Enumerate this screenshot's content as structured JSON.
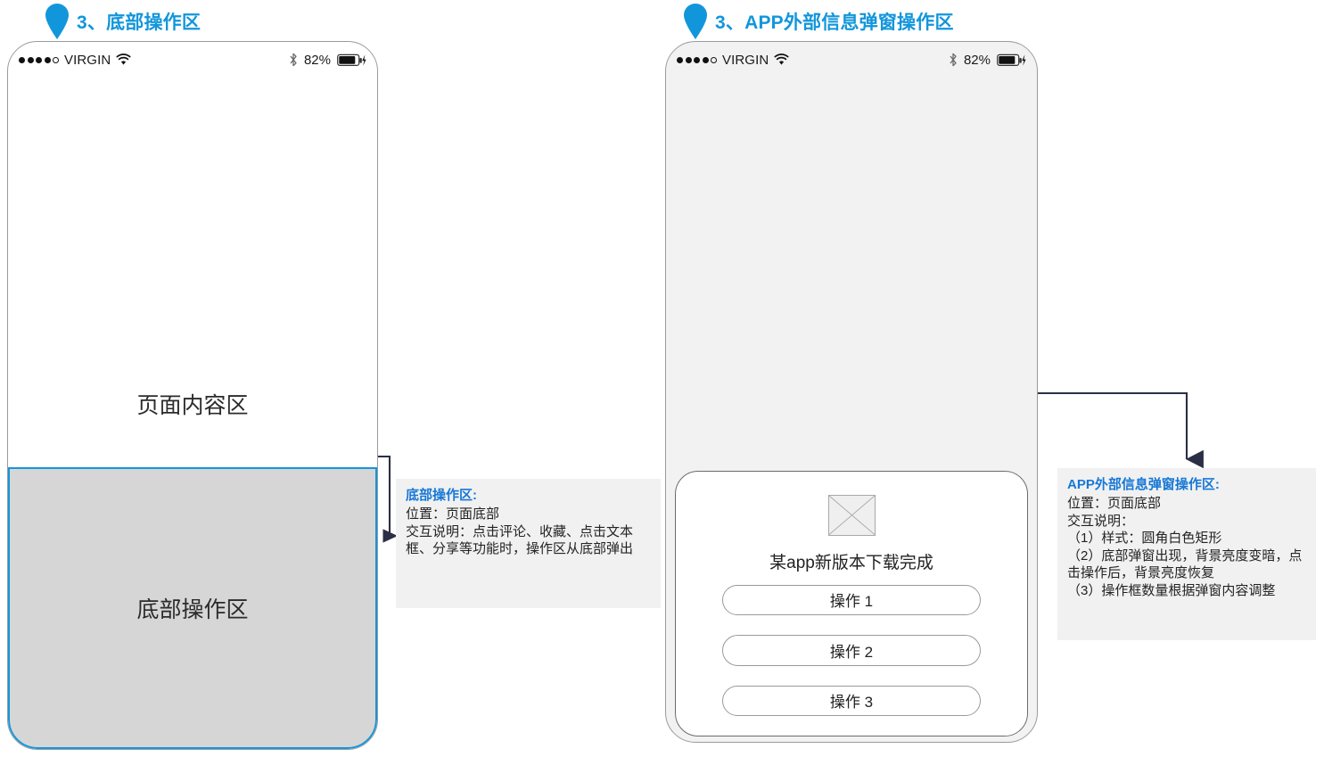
{
  "sections": [
    {
      "id": "bottom-op",
      "title": "3、底部操作区"
    },
    {
      "id": "app-popup",
      "title": "3、APP外部信息弹窗操作区"
    }
  ],
  "status_bar": {
    "carrier": "VIRGIN",
    "signal_dots_filled": 4,
    "signal_dots_total": 5,
    "wifi_icon": "wifi-icon",
    "bluetooth_icon": "bluetooth-icon",
    "battery_percent": "82%",
    "battery_icon": "battery-charging-icon"
  },
  "left_phone": {
    "content_label": "页面内容区",
    "bottom_area_label": "底部操作区",
    "highlight_color": "#1296db"
  },
  "right_phone": {
    "popup": {
      "image_placeholder": "image-placeholder-icon",
      "title": "某app新版本下载完成",
      "buttons": [
        {
          "label": "操作 1"
        },
        {
          "label": "操作 2"
        },
        {
          "label": "操作 3"
        }
      ]
    }
  },
  "notes": [
    {
      "id": "note-bottom-op",
      "title": "底部操作区:",
      "lines": [
        "位置：页面底部",
        "交互说明：点击评论、收藏、点击文本框、分享等功能时，操作区从底部弹出"
      ]
    },
    {
      "id": "note-app-popup",
      "title": "APP外部信息弹窗操作区:",
      "lines": [
        "位置：页面底部",
        "交互说明：",
        "（1）样式：圆角白色矩形",
        "（2）底部弹窗出现，背景亮度变暗，点击操作后，背景亮度恢复",
        "（3）操作框数量根据弹窗内容调整"
      ]
    }
  ],
  "colors": {
    "accent_blue": "#1296db",
    "note_title_blue": "#1778d6",
    "note_bg": "#f1f1f1",
    "gray_area": "#d6d6d6",
    "phone_bg_right": "#f2f2f2",
    "connector": "#2b2f45"
  }
}
